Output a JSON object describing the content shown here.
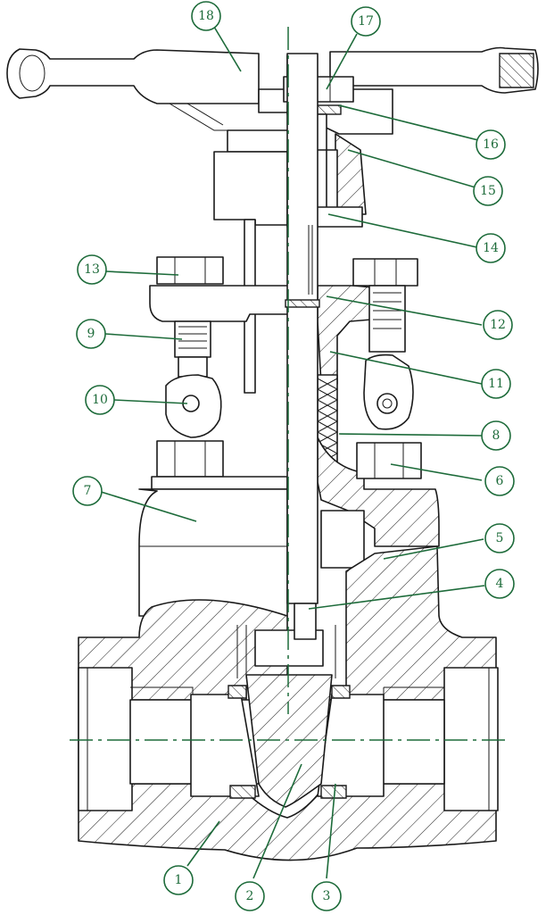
{
  "diagram": {
    "colors": {
      "line": "#1a1a1a",
      "callout": "#1d6b3a",
      "background": "#ffffff"
    },
    "callouts": [
      {
        "id": "1",
        "label": "1"
      },
      {
        "id": "2",
        "label": "2"
      },
      {
        "id": "3",
        "label": "3"
      },
      {
        "id": "4",
        "label": "4"
      },
      {
        "id": "5",
        "label": "5"
      },
      {
        "id": "6",
        "label": "6"
      },
      {
        "id": "7",
        "label": "7"
      },
      {
        "id": "8",
        "label": "8"
      },
      {
        "id": "9",
        "label": "9"
      },
      {
        "id": "10",
        "label": "10"
      },
      {
        "id": "11",
        "label": "11"
      },
      {
        "id": "12",
        "label": "12"
      },
      {
        "id": "13",
        "label": "13"
      },
      {
        "id": "14",
        "label": "14"
      },
      {
        "id": "15",
        "label": "15"
      },
      {
        "id": "16",
        "label": "16"
      },
      {
        "id": "17",
        "label": "17"
      },
      {
        "id": "18",
        "label": "18"
      }
    ]
  }
}
